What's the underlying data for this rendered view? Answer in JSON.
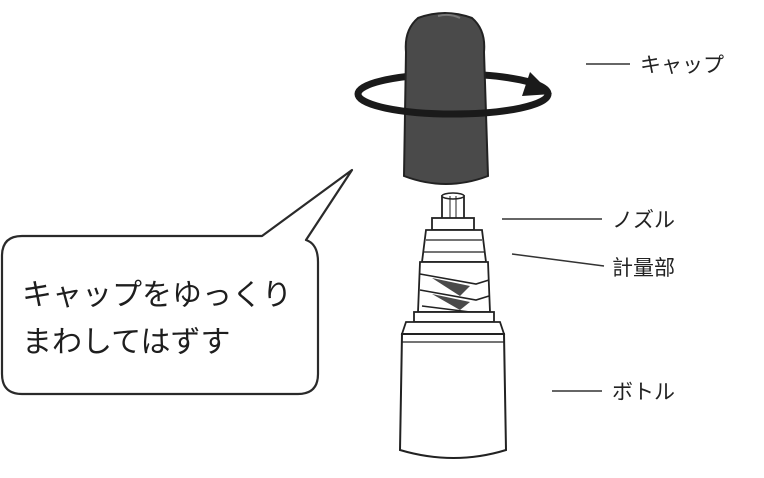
{
  "labels": {
    "cap": "キャップ",
    "nozzle": "ノズル",
    "measuring": "計量部",
    "bottle": "ボトル"
  },
  "bubble": {
    "line1": "キャップをゆっくり",
    "line2": "まわしてはずす"
  },
  "colors": {
    "cap_fill": "#4a4a4a",
    "outline": "#222222",
    "background": "#ffffff"
  }
}
